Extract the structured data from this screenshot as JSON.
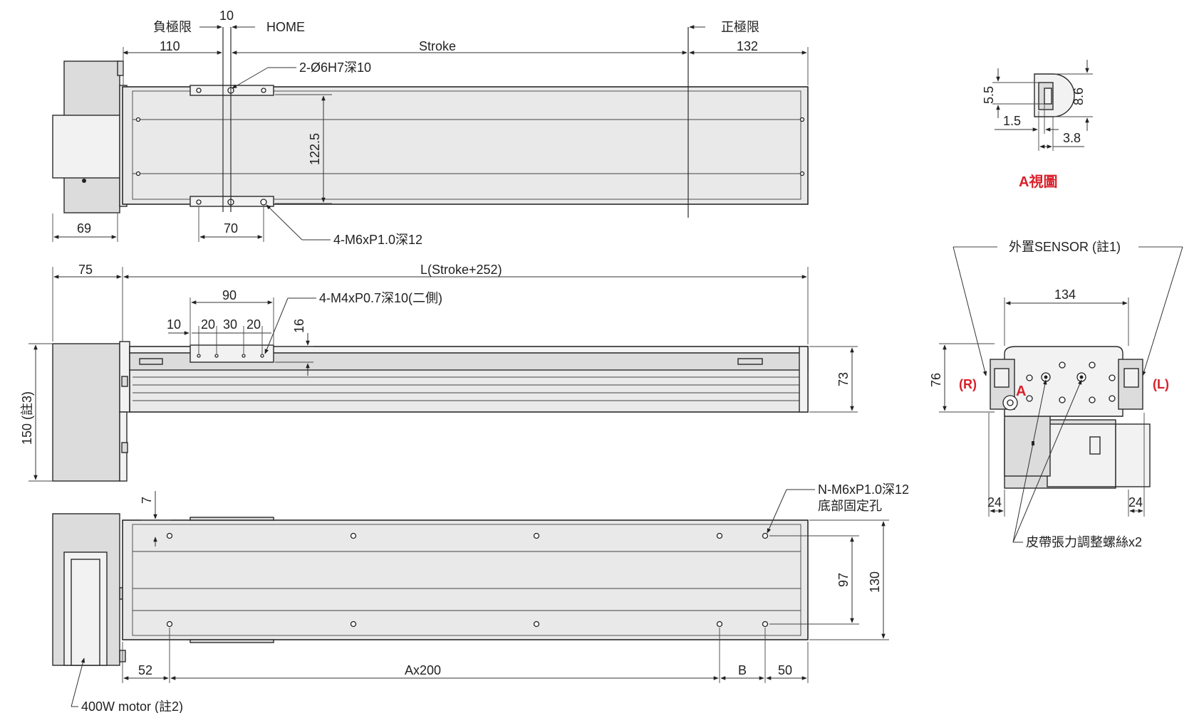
{
  "top_view": {
    "neg_limit": "負極限",
    "home_offset": "10",
    "home": "HOME",
    "pos_limit": "正極限",
    "dim_left": "110",
    "stroke": "Stroke",
    "dim_right": "132",
    "pin_hole_note": "2-Ø6H7深10",
    "width": "122.5",
    "motor_width": "69",
    "hole_pitch": "70",
    "tap_note": "4-M6xP1.0深12"
  },
  "side_view": {
    "motor_len": "75",
    "total_length": "L(Stroke+252)",
    "pitch_long": "90",
    "tap_note": "4-M4xP0.7深10(二側)",
    "d1": "10",
    "d2": "20",
    "d3": "30",
    "d4": "20",
    "d5": "16",
    "height_total": "150 (註3)",
    "height_body": "73"
  },
  "bottom_view": {
    "offset_top": "7",
    "mount_note_1": "N-M6xP1.0深12",
    "mount_note_2": "底部固定孔",
    "pitch_inner": "97",
    "width": "130",
    "d_left": "52",
    "d_pitch": "Ax200",
    "d_b": "B",
    "d_right": "50",
    "motor_note": "400W motor (註2)"
  },
  "detail_a": {
    "d_55": "5.5",
    "d_86": "8.6",
    "d_15": "1.5",
    "d_38": "3.8",
    "title": "A視圖"
  },
  "end_view": {
    "sensor_note": "外置SENSOR (註1)",
    "width": "134",
    "height": "76",
    "label_r": "(R)",
    "label_a": "A",
    "label_l": "(L)",
    "d_left": "24",
    "d_right": "24",
    "belt_note": "皮帶張力調整螺絲x2"
  },
  "colors": {
    "accent_red": "#d8202a",
    "body_fill": "#e9e9e9",
    "line": "#2a2a2a"
  }
}
